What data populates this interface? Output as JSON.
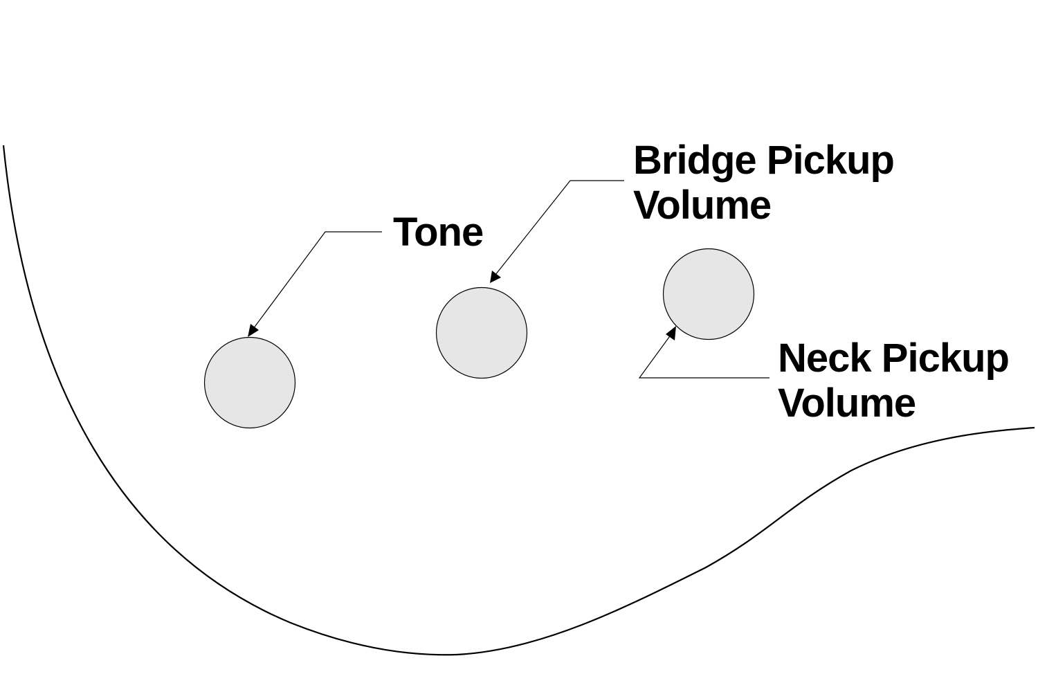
{
  "labels": {
    "tone": "Tone",
    "bridge_pickup_volume_line1": "Bridge Pickup",
    "bridge_pickup_volume_line2": "Volume",
    "neck_pickup_volume_line1": "Neck Pickup",
    "neck_pickup_volume_line2": "Volume"
  },
  "colors": {
    "knob_fill": "#e6e6e6",
    "stroke": "#000000",
    "background": "#ffffff"
  }
}
